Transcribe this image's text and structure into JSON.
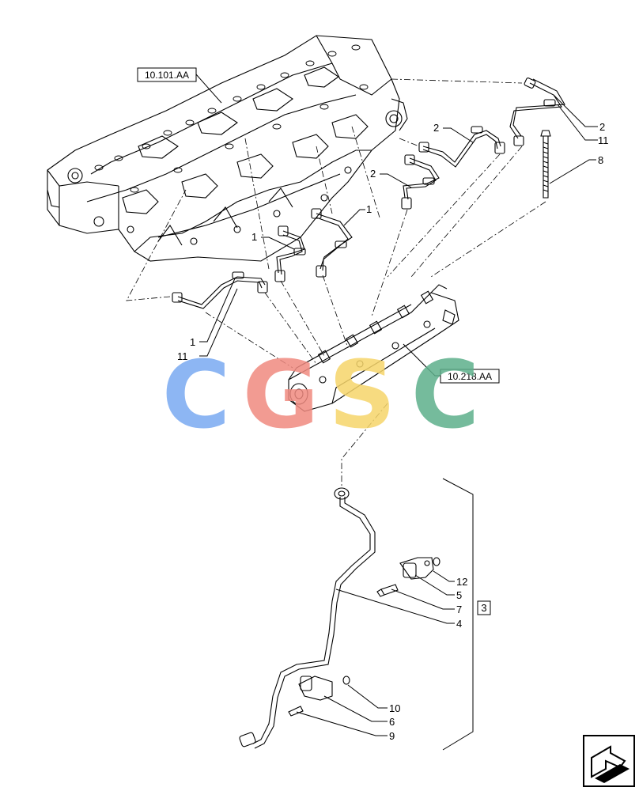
{
  "references": {
    "cylinder_head": "10.101.AA",
    "fuel_rail": "10.218.AA"
  },
  "callouts": {
    "c2_top_right": "2",
    "c11_top_right": "11",
    "c8": "8",
    "c2_mid_a": "2",
    "c2_mid_b": "2",
    "c1_a": "1",
    "c1_b": "1",
    "c1_left": "1",
    "c11_left": "11",
    "c12": "12",
    "c5": "5",
    "c7": "7",
    "c4": "4",
    "c3": "3",
    "c10": "10",
    "c6": "6",
    "c9": "9"
  },
  "watermark": {
    "letters": [
      "C",
      "G",
      "S",
      "C"
    ],
    "colors": [
      "#7aaaf2",
      "#f08a80",
      "#f6d56a",
      "#5db08b"
    ]
  },
  "nav_icon": "next-page-arrow-icon"
}
